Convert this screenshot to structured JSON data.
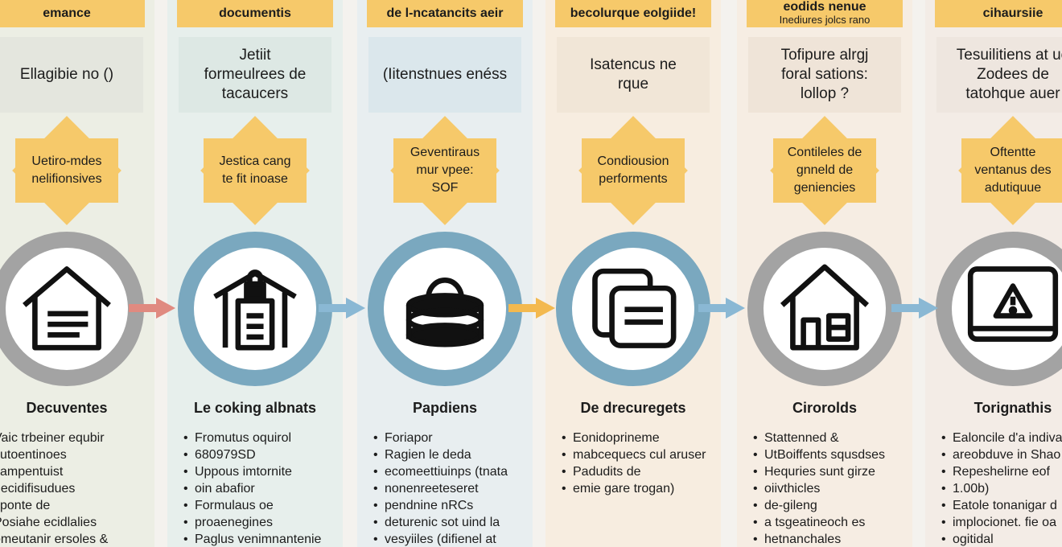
{
  "columns": [
    {
      "banner": [
        "emance"
      ],
      "question": "Ellagibie no ()",
      "diamond": "Uetiro-mdes\nnelifionsives",
      "icon": "house-document-icon",
      "title": "Decuventes",
      "bullet_style": "plain",
      "bullets": [
        "Vaic trbeiner equbir",
        "sutoentinoes",
        "campentuist",
        "decidifisudues",
        "sponte de",
        "Posiahe ecidlalies",
        "omeutanir ersoles &"
      ],
      "ring_color": "#a3a3a3",
      "bg": "#eceee4",
      "box_bg": "#e4e6de"
    },
    {
      "banner": [
        "documentis"
      ],
      "question": "Jetiit\nformeulrees de\ntacaucers",
      "diamond": "Jestica cang\nte fit inoase",
      "icon": "house-lock-icon",
      "title": "Le coking albnats",
      "bullet_style": "bullet",
      "bullets": [
        "Fromutus oquirol",
        "680979SD",
        "Uppous imtornite",
        "oin abafior",
        "Formulaus oe",
        "proaenegines",
        "Paglus venimnantenie"
      ],
      "ring_color": "#7aa8bf",
      "bg": "#e7efec",
      "box_bg": "#dde8e4"
    },
    {
      "banner": [
        "de l-ncatancits aeir"
      ],
      "question": "(Iitenstnues enéss",
      "diamond": "Geventiraus\nmur vpee:\nSOF",
      "icon": "stack-bag-icon",
      "title": "Papdiens",
      "bullet_style": "bullet",
      "bullets": [
        "Foriapor",
        "Ragien le deda",
        "ecomeettiuinps (tnata",
        "nonenreeteseret",
        "pendnine nRCs",
        "deturenic sot uind la",
        "vesyiiles (difienel at"
      ],
      "ring_color": "#7aa8bf",
      "bg": "#e8eef0",
      "box_bg": "#dbe7ec"
    },
    {
      "banner": [
        "becolurque eolgiide!"
      ],
      "question": "Isatencus ne\nrque",
      "diamond": "Condiousion\nperforments",
      "icon": "documents-icon",
      "title": "De drecuregets",
      "bullet_style": "bullet",
      "bullets": [
        "Eonidoprineme",
        "mabcequecs cul aruser",
        "Padudits de",
        "emie gare trogan)"
      ],
      "ring_color": "#7aa8bf",
      "bg": "#f7ede0",
      "box_bg": "#f1e6d7"
    },
    {
      "banner": [
        "eodids nenue",
        "Inediures jolcs rano"
      ],
      "question": "Tofipure alrgj\nforal sations:\nlollop ?",
      "diamond": "Contileles de\ngnneld de\ngeniencies",
      "icon": "house-window-icon",
      "title": "Cirorolds",
      "bullet_style": "bullet",
      "bullets": [
        "Stattenned &",
        "UtBoiffents squsdses",
        "Hequries sunt girze",
        "oiivthicles",
        "de-gileng",
        "a tsgeatineoch es",
        "hetnanchales"
      ],
      "ring_color": "#a3a3a3",
      "bg": "#f6ede3",
      "box_bg": "#efe4d8"
    },
    {
      "banner": [
        "cihaursiie"
      ],
      "question": "Tesuilitiens at ue\nZodees de\ntatohque auer",
      "diamond": "Oftentte\nventanus des\nadutiquue",
      "icon": "warning-monitor-icon",
      "title": "Torignathis",
      "bullet_style": "bullet",
      "bullets": [
        "Ealoncile d'a indival",
        "areobduve in Shao",
        "Repeshelirne eof",
        "1.00b)",
        "Eatole tonanigar d",
        "implocionet. fie oa",
        "ogitidal"
      ],
      "ring_color": "#a3a3a3",
      "bg": "#f3ece6",
      "box_bg": "#eee6df"
    }
  ],
  "arrows": [
    {
      "color": "#e08a80"
    },
    {
      "color": "#8ab8d4"
    },
    {
      "color": "#f3b94f"
    },
    {
      "color": "#8ab8d4"
    },
    {
      "color": "#8ab8d4"
    }
  ]
}
